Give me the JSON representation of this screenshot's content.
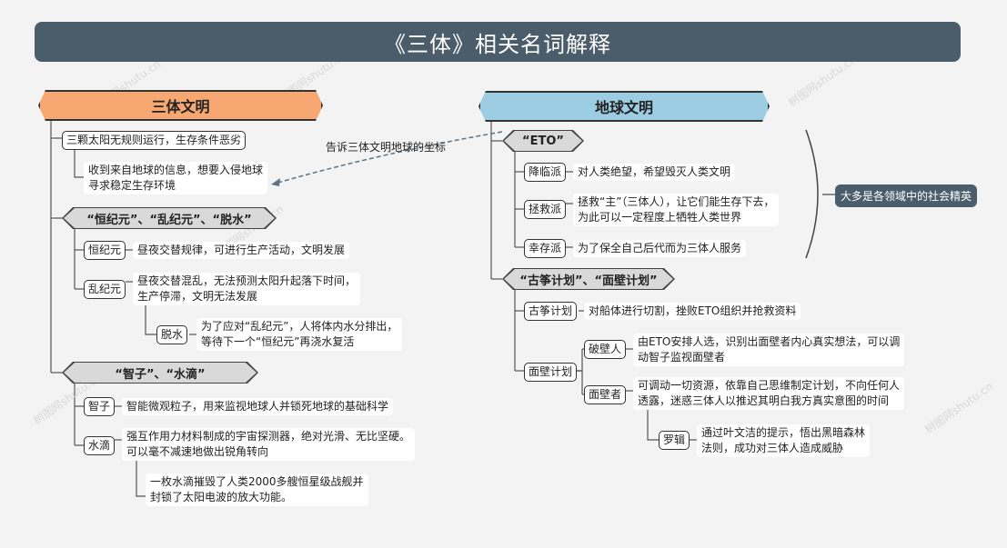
{
  "title": "《三体》相关名词解释",
  "left": {
    "root": "三体文明",
    "n1": "三颗太阳无规则运行，生存条件恶劣",
    "n1_child_line1": "收到来自地球的信息，想要入侵地球",
    "n1_child_line2": "寻求稳定生存环境",
    "era_header": "“恒纪元”、“乱纪元”、“脱水”",
    "heng_tag": "恒纪元",
    "heng_text": "昼夜交替规律，可进行生产活动，文明发展",
    "luan_tag": "乱纪元",
    "luan_line1": "昼夜交替混乱，无法预测太阳升起落下时间，",
    "luan_line2": "生产停滞，文明无法发展",
    "tuoshui_tag": "脱水",
    "tuoshui_line1": "为了应对“乱纪元”，人将体内水分排出，",
    "tuoshui_line2": "等待下一个“恒纪元”再浇水复活",
    "zhizi_header": "“智子”、“水滴”",
    "zhizi_tag": "智子",
    "zhizi_text": "智能微观粒子，用来监视地球人并锁死地球的基础科学",
    "shuidi_tag": "水滴",
    "shuidi_line1": "强互作用力材料制成的宇宙探测器，绝对光滑、无比坚硬。",
    "shuidi_line2": "可以毫不减速地做出锐角转向",
    "shuidi_child_line1": "一枚水滴摧毁了人类2000多艘恒星级战舰并",
    "shuidi_child_line2": "封锁了太阳电波的放大功能。"
  },
  "link_label": "告诉三体文明地球的坐标",
  "right": {
    "root": "地球文明",
    "eto_header": "“ETO”",
    "jianglin_tag": "降临派",
    "jianglin_text": "对人类绝望，希望毁灭人类文明",
    "zhengjiu_tag": "拯救派",
    "zhengjiu_line1": "拯救“主”（三体人），让它们能生存下去，",
    "zhengjiu_line2": "为此可以一定程度上牺牲人类世界",
    "xingcun_tag": "幸存派",
    "xingcun_text": "为了保全自己后代而为三体人服务",
    "summary": "大多是各领域中的社会精英",
    "plan_header": "“古筝计划”、“面壁计划”",
    "guzheng_tag": "古筝计划",
    "guzheng_text": "对船体进行切割，挫败ETO组织并抢救资料",
    "mianbi_tag": "面壁计划",
    "pobi_tag": "破壁人",
    "pobi_line1": "由ETO安排人选，识别出面壁者内心真实想法，可以调",
    "pobi_line2": "动智子监视面壁者",
    "mianbizhe_tag": "面壁者",
    "mianbizhe_line1": "可调动一切资源，依靠自己思维制定计划，不向任何人",
    "mianbizhe_line2": "透露，迷惑三体人以推迟其明白我方真实意图的时间",
    "luoji_tag": "罗辑",
    "luoji_line1": "通过叶文洁的提示，悟出黑暗森林",
    "luoji_line2": "法则，成功对三体人造成威胁"
  },
  "watermark": "树图网shutu.cn",
  "colors": {
    "title_bg": "#4b5d6b",
    "left_root": "#f7a872",
    "right_root": "#9dcde3",
    "header_bg": "#d9d9d9"
  }
}
